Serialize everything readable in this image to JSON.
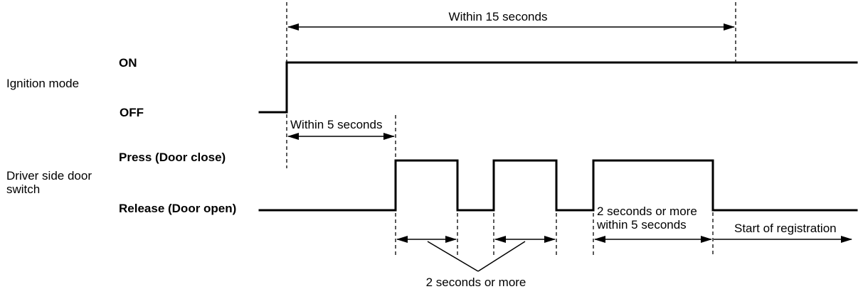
{
  "colors": {
    "background": "#ffffff",
    "line": "#000000"
  },
  "rows": {
    "ignition": {
      "group": "Ignition mode",
      "on": "ON",
      "off": "OFF"
    },
    "door": {
      "group_line1": "Driver side door",
      "group_line2": "switch",
      "press": "Press (Door close)",
      "release": "Release (Door open)"
    }
  },
  "annotations": {
    "within15": "Within 15 seconds",
    "within5": "Within 5 seconds",
    "hold_line1": "2 seconds or more",
    "hold_line2": "within 5 seconds",
    "start_registration": "Start of registration",
    "pulse_width": "2 seconds or more"
  },
  "signals": {
    "ignition_states": [
      "OFF",
      "ON"
    ],
    "door_switch_pulse_count": 3
  }
}
